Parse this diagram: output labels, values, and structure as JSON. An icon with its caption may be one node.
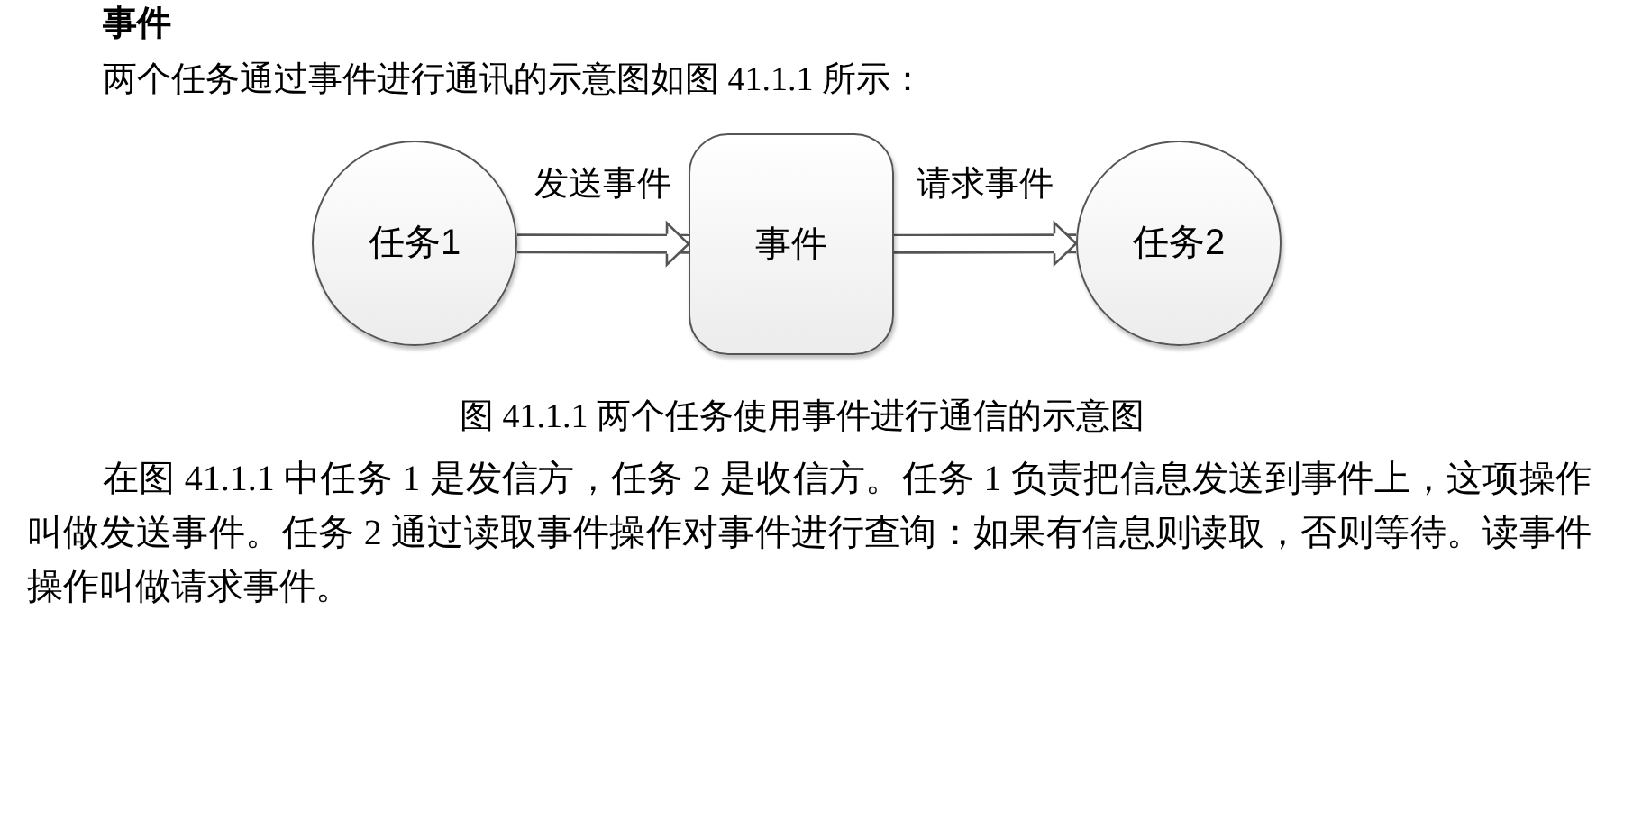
{
  "diagram": {
    "title": "事件",
    "caption": "图 41.1.1 两个任务使用事件进行通信的示意图",
    "nodes": [
      {
        "text": [
          "任务1"
        ]
      },
      {
        "text": [
          "事件"
        ]
      },
      {
        "text": [
          "任务2"
        ]
      }
    ],
    "edges": [
      {
        "from": 0,
        "to": 1,
        "arrow": "to",
        "label": "发送事件"
      },
      {
        "from": 1,
        "to": 2,
        "arrow": "to",
        "label": "请求事件"
      }
    ],
    "labels": [
      "两个任务通过事件进行通讯的示意图如图 41.1.1 所示：",
      "在图 41.1.1 中任务 1 是发信方，任务 2 是收信方。任务 1 负责把信息发送到事件上，这项操作叫做发送事件。任务 2 通过读取事件操作对事件进行查询：如果有信息则读取，否则等待。读事件操作叫做请求事件。"
    ]
  }
}
